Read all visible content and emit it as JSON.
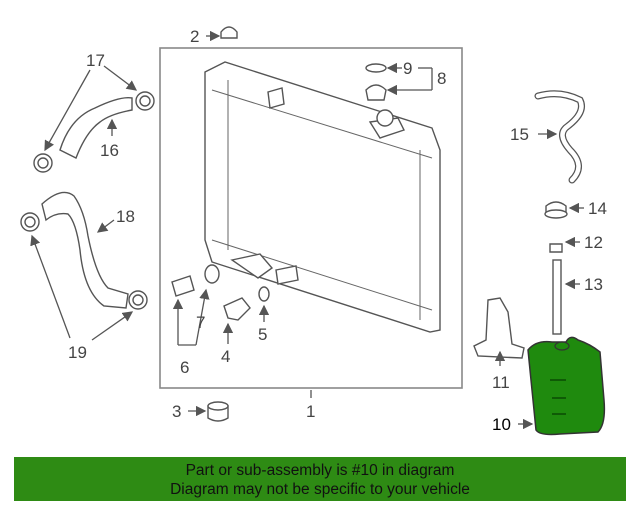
{
  "colors": {
    "highlight_part": "#1f8a0e",
    "banner_bg": "#2e8b14",
    "line": "#555555"
  },
  "callouts": {
    "c1": "1",
    "c2": "2",
    "c3": "3",
    "c4": "4",
    "c5": "5",
    "c6": "6",
    "c7": "7",
    "c8": "8",
    "c9": "9",
    "c10": "10",
    "c11": "11",
    "c12": "12",
    "c13": "13",
    "c14": "14",
    "c15": "15",
    "c16": "16",
    "c17": "17",
    "c18": "18",
    "c19": "19"
  },
  "banner": {
    "line1": "Part or sub-assembly is #10 in diagram",
    "line2": "Diagram may not be specific to your vehicle"
  }
}
